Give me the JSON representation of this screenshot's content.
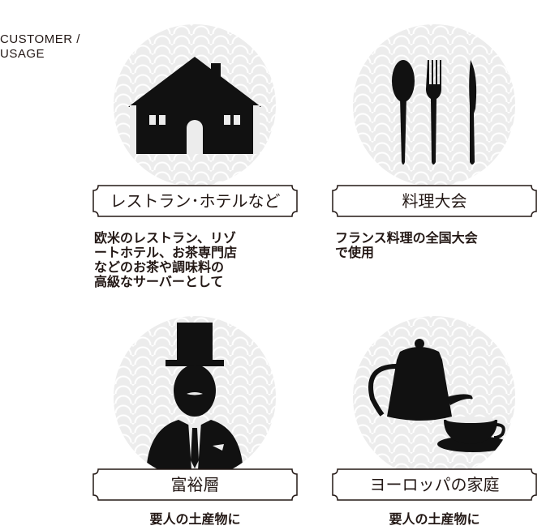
{
  "heading": {
    "line1": "CUSTOMER /",
    "line2": "USAGE"
  },
  "items": [
    {
      "label": "レストラン･ホテルなど",
      "icon": "house-icon",
      "description": [
        "欧米のレストラン、リゾ",
        "ートホテル、お茶専門店",
        "などのお茶や調味料の",
        "高級なサーバーとして"
      ]
    },
    {
      "label": "料理大会",
      "icon": "cutlery-icon",
      "description": [
        "フランス料理の全国大会",
        "で使用"
      ]
    },
    {
      "label": "富裕層",
      "icon": "gentleman-icon",
      "description": [
        "要人の土産物に"
      ]
    },
    {
      "label": "ヨーロッパの家庭",
      "icon": "teapot-icon",
      "description": [
        "要人の土産物に"
      ]
    }
  ],
  "colors": {
    "ink": "#231815",
    "pattern_bg": "#ececec"
  }
}
